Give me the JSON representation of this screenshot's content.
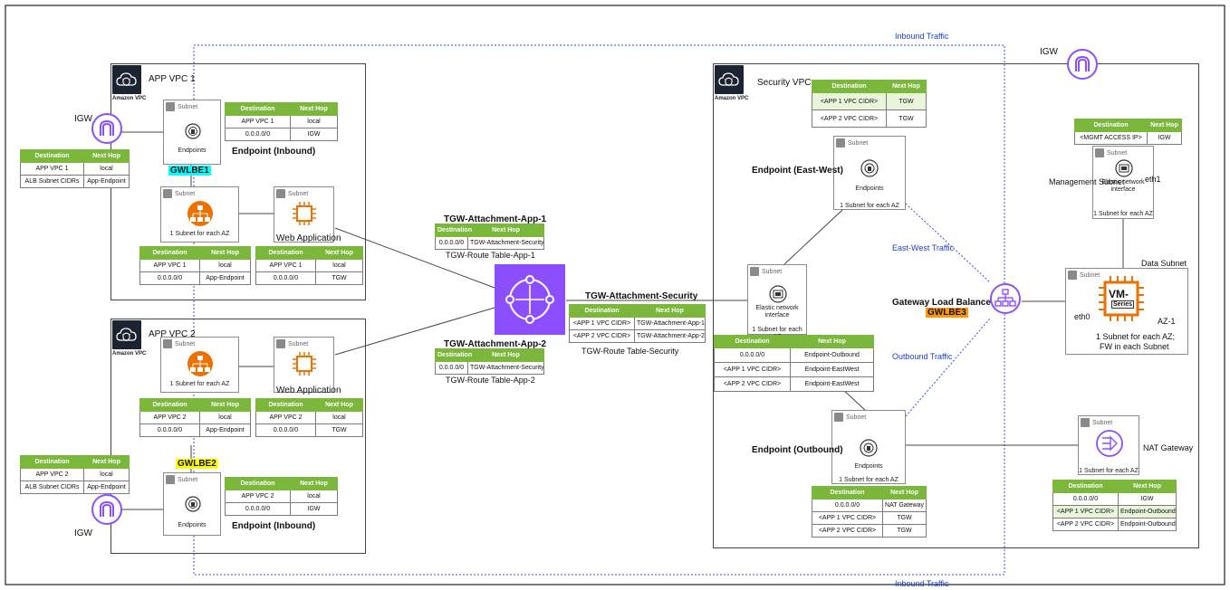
{
  "labels": {
    "inbound_top": "Inbound Traffic",
    "inbound_bottom": "Inbound Traffic",
    "igw_top_right": "IGW",
    "igw_app1": "IGW",
    "igw_app2": "IGW",
    "app_vpc1": "APP VPC 1",
    "app_vpc2": "APP VPC 2",
    "security_vpc": "Security VPC",
    "amazon_vpc_1": "Amazon VPC",
    "amazon_vpc_2": "Amazon VPC",
    "amazon_vpc_3": "Amazon VPC",
    "subnet": "Subnet",
    "endpoints": "Endpoints",
    "one_subnet_each_az": "1 Subnet for each AZ",
    "endpoint_inbound_1": "Endpoint (Inbound)",
    "endpoint_inbound_2": "Endpoint (Inbound)",
    "endpoint_east_west": "Endpoint (East-West)",
    "endpoint_outbound": "Endpoint (Outbound)",
    "gwlbe1": "GWLBE1",
    "gwlbe2": "GWLBE2",
    "gwlbe3": "GWLBE3",
    "web_app_1": "Web Application",
    "web_app_2": "Web Application",
    "tgw_att_app1": "TGW-Attachment-App-1",
    "tgw_att_app2": "TGW-Attachment-App-2",
    "tgw_att_sec": "TGW-Attachment-Security",
    "tgw_rt_app1": "TGW-Route Table-App-1",
    "tgw_rt_app2": "TGW-Route Table-App-2",
    "tgw_rt_sec": "TGW-Route Table-Security",
    "east_west_traffic": "East-West Traffic",
    "outbound_traffic": "Outbound Traffic",
    "gateway_lb": "Gateway Load Balancer",
    "eni_text": "Elastic network interface",
    "mgmt_subnet": "Management Subnet",
    "data_subnet": "Data Subnet",
    "eth1": "eth1",
    "eth0": "eth0",
    "az1": "AZ-1",
    "fw_line1": "1 Subnet for each AZ;",
    "fw_line2": "FW in each Subnet",
    "nat_gateway": "NAT Gateway",
    "vm_series_1": "VM-",
    "vm_series_2": "Series"
  },
  "tables": {
    "hdr_dest": "Destination",
    "hdr_next": "Next Hop",
    "app1_endpoint": [
      [
        "APP VPC 1",
        "local"
      ],
      [
        "0.0.0.0/0",
        "IGW"
      ]
    ],
    "app1_igw": [
      [
        "APP VPC 1",
        "local"
      ],
      [
        "ALB Subnet CIDRs",
        "App-Endpoint"
      ]
    ],
    "app1_alb": [
      [
        "APP VPC 1",
        "local"
      ],
      [
        "0.0.0.0/0",
        "App-Endpoint"
      ]
    ],
    "app1_web": [
      [
        "APP VPC 1",
        "local"
      ],
      [
        "0.0.0.0/0",
        "TGW"
      ]
    ],
    "app2_alb": [
      [
        "APP VPC 2",
        "local"
      ],
      [
        "0.0.0.0/0",
        "App-Endpoint"
      ]
    ],
    "app2_web": [
      [
        "APP VPC 2",
        "local"
      ],
      [
        "0.0.0.0/0",
        "TGW"
      ]
    ],
    "app2_igw": [
      [
        "APP VPC 2",
        "local"
      ],
      [
        "ALB Subnet CIDRs",
        "App-Endpoint"
      ]
    ],
    "app2_endpoint": [
      [
        "APP VPC 2",
        "local"
      ],
      [
        "0.0.0.0/0",
        "IGW"
      ]
    ],
    "tgw_app1": [
      [
        "0.0.0.0/0",
        "TGW-Attachment-Security"
      ]
    ],
    "tgw_app2": [
      [
        "0.0.0.0/0",
        "TGW-Attachment-Security"
      ]
    ],
    "tgw_sec": [
      [
        "<APP 1 VPC CIDR>",
        "TGW-Attachment-App-1"
      ],
      [
        "<APP 2 VPC CIDR>",
        "TGW-Attachment-App-2"
      ]
    ],
    "sec_eastwest": [
      [
        "<APP 1 VPC CIDR>",
        "TGW"
      ],
      [
        "<APP 2 VPC CIDR>",
        "TGW"
      ]
    ],
    "sec_eni": [
      [
        "0.0.0.0/0",
        "Endpoint-Outbound"
      ],
      [
        "<APP 1 VPC CIDR>",
        "Endpoint-EastWest"
      ],
      [
        "<APP 2 VPC CIDR>",
        "Endpoint-EastWest"
      ]
    ],
    "sec_outbound": [
      [
        "0.0.0.0/0",
        "NAT Gateway"
      ],
      [
        "<APP 1 VPC CIDR>",
        "TGW"
      ],
      [
        "<APP 2 VPC CIDR>",
        "TGW"
      ]
    ],
    "sec_mgmt": [
      [
        "<MGMT ACCESS IP>",
        "IGW"
      ]
    ],
    "sec_nat": [
      [
        "0.0.0.0/0",
        "IGW"
      ],
      [
        "<APP 1 VPC CIDR>",
        "Endpoint-Outbound"
      ],
      [
        "<APP 2 VPC CIDR>",
        "Endpoint-Outbound"
      ]
    ]
  },
  "colors": {
    "table_header": "#7ab73a",
    "aws_orange": "#ed7100",
    "tgw_purple": "#8c4fff",
    "igw_purple": "#8c4fff",
    "glb_purple": "#8c4fff",
    "gwlbe1_bg": "#00ffff",
    "gwlbe2_bg": "#ffff00",
    "gwlbe3_bg": "#ff9900",
    "traffic_blue": "#1f3fcc"
  },
  "icons": [
    "vpc-cloud-icon",
    "igw-arch-icon",
    "endpoint-icon",
    "alb-icon",
    "ec2-chip-icon",
    "transit-gateway-icon",
    "eni-icon",
    "gateway-load-balancer-icon",
    "vm-series-icon",
    "nat-gateway-icon"
  ]
}
